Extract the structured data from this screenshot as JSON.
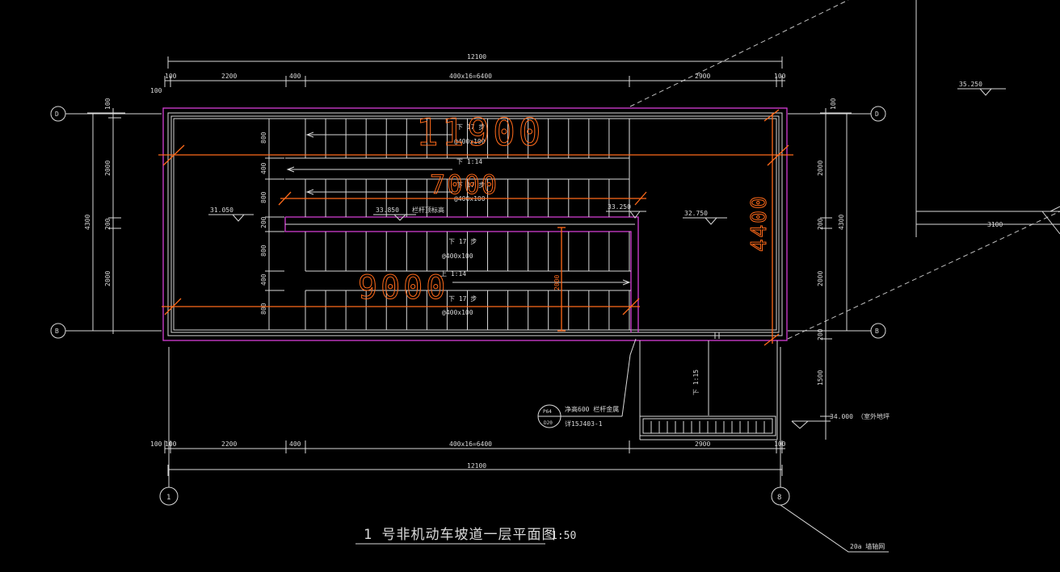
{
  "drawing": {
    "title": "1 号非机动车坡道一层平面图",
    "scale": "1:50"
  },
  "dimensions": {
    "top_total": "12100",
    "bottom_total": "12100",
    "seg_100a": "100",
    "seg_2200": "2200",
    "seg_400": "400",
    "seg_stairs": "400x16=6400",
    "seg_2900": "2900",
    "seg_100b": "100",
    "left_total": "4300",
    "right_total": "4300",
    "v_2000a": "2000",
    "v_200": "200",
    "v_2000b": "2000",
    "v_100": "100",
    "r_200b": "200",
    "r_1500": "1500",
    "r_100b": "100",
    "far_right": "3100",
    "inner_800a": "800",
    "inner_400a": "400",
    "inner_800b": "800",
    "inner_200": "200",
    "inner_800c": "800",
    "inner_400b": "400",
    "inner_800d": "800",
    "flight_len": "2000"
  },
  "overlays": {
    "len_11900": "11900",
    "len_7000": "7000",
    "len_9000": "9000",
    "len_4400": "4400"
  },
  "axes": {
    "top_left": "D",
    "bottom_left": "B",
    "top_right": "D",
    "bottom_right": "B",
    "col_left": "1",
    "col_right": "8"
  },
  "levels": {
    "l_31050": "31.050",
    "l_33850": "33.850",
    "l_33250": "33.250",
    "l_32750": "32.750",
    "l_35250": "35.250",
    "l_34000": "34.000"
  },
  "annotations": {
    "rail_height": "栏杆顶标高",
    "down_17_steps_a": "下 17 步",
    "down_17_steps_b": "下 17 步",
    "down_17_steps_c": "下 17 步",
    "down_17_steps_d": "下 17 步",
    "step_spec_a": "@400x100",
    "step_spec_b": "@400x100",
    "step_spec_c": "@400x100",
    "step_spec_d": "@400x100",
    "slope_down": "下 1:14",
    "slope_up": "上 1:14",
    "slope_ramp": "下 1:15",
    "outdoor": "（室外地坪",
    "note_line1": "净高600  栏杆金属",
    "note_line2": "详15J403-1",
    "detail_top": "P64",
    "detail_bottom": "D20",
    "wall_note": "20a 墙轴网"
  },
  "colors": {
    "background": "#000000",
    "lines": "#d9d9d9",
    "wall_outline": "#d63fd6",
    "markup": "#ff6a1a"
  }
}
